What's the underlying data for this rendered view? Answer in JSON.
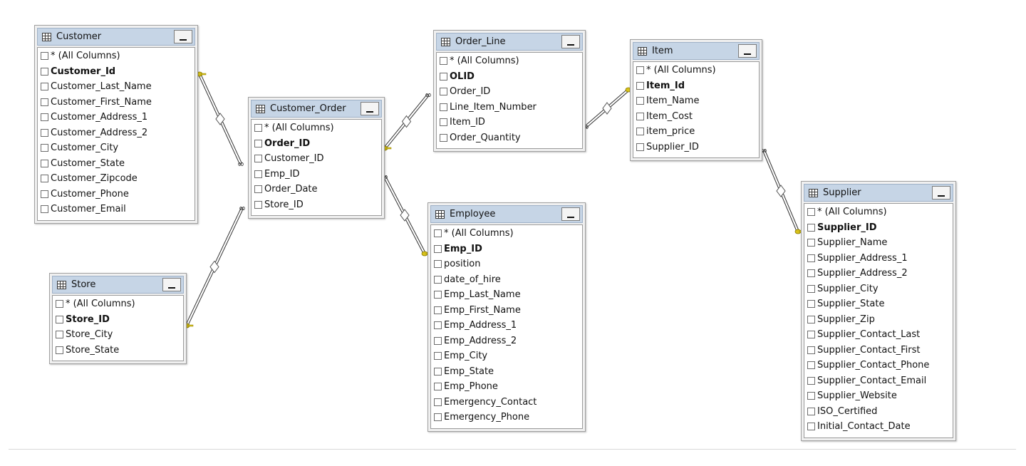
{
  "diagram": {
    "tables": [
      {
        "id": "customer",
        "title": "Customer",
        "columns": [
          "* (All Columns)",
          "Customer_Id",
          "Customer_Last_Name",
          "Customer_First_Name",
          "Customer_Address_1",
          "Customer_Address_2",
          "Customer_City",
          "Customer_State",
          "Customer_Zipcode",
          "Customer_Phone",
          "Customer_Email"
        ],
        "primary_key": [
          "Customer_Id"
        ]
      },
      {
        "id": "customer_order",
        "title": "Customer_Order",
        "columns": [
          "* (All Columns)",
          "Order_ID",
          "Customer_ID",
          "Emp_ID",
          "Order_Date",
          "Store_ID"
        ],
        "primary_key": [
          "Order_ID"
        ]
      },
      {
        "id": "order_line",
        "title": "Order_Line",
        "columns": [
          "* (All Columns)",
          "OLID",
          "Order_ID",
          "Line_Item_Number",
          "Item_ID",
          "Order_Quantity"
        ],
        "primary_key": [
          "OLID"
        ]
      },
      {
        "id": "item",
        "title": "Item",
        "columns": [
          "* (All Columns)",
          "Item_Id",
          "Item_Name",
          "Item_Cost",
          "item_price",
          "Supplier_ID"
        ],
        "primary_key": [
          "Item_Id"
        ]
      },
      {
        "id": "employee",
        "title": "Employee",
        "columns": [
          "* (All Columns)",
          "Emp_ID",
          "position",
          "date_of_hire",
          "Emp_Last_Name",
          "Emp_First_Name",
          "Emp_Address_1",
          "Emp_Address_2",
          "Emp_City",
          "Emp_State",
          "Emp_Phone",
          "Emergency_Contact",
          "Emergency_Phone"
        ],
        "primary_key": [
          "Emp_ID"
        ]
      },
      {
        "id": "store",
        "title": "Store",
        "columns": [
          "* (All Columns)",
          "Store_ID",
          "Store_City",
          "Store_State"
        ],
        "primary_key": [
          "Store_ID"
        ]
      },
      {
        "id": "supplier",
        "title": "Supplier",
        "columns": [
          "* (All Columns)",
          "Supplier_ID",
          "Supplier_Name",
          "Supplier_Address_1",
          "Supplier_Address_2",
          "Supplier_City",
          "Supplier_State",
          "Supplier_Zip",
          "Supplier_Contact_Last",
          "Supplier_Contact_First",
          "Supplier_Contact_Phone",
          "Supplier_Contact_Email",
          "Supplier_Website",
          "ISO_Certified",
          "Initial_Contact_Date"
        ],
        "primary_key": [
          "Supplier_ID"
        ]
      }
    ],
    "relationships": [
      {
        "from": "customer",
        "to": "customer_order",
        "one_side": "customer",
        "many_side": "customer_order"
      },
      {
        "from": "store",
        "to": "customer_order",
        "one_side": "store",
        "many_side": "customer_order"
      },
      {
        "from": "customer_order",
        "to": "order_line",
        "one_side": "customer_order",
        "many_side": "order_line"
      },
      {
        "from": "customer_order",
        "to": "employee",
        "one_side": "employee",
        "many_side": "customer_order"
      },
      {
        "from": "order_line",
        "to": "item",
        "one_side": "item",
        "many_side": "order_line"
      },
      {
        "from": "item",
        "to": "supplier",
        "one_side": "supplier",
        "many_side": "item"
      }
    ],
    "colors": {
      "key_end": "#d8c21a",
      "line": "#333333",
      "header": "#c6d5e6"
    }
  }
}
